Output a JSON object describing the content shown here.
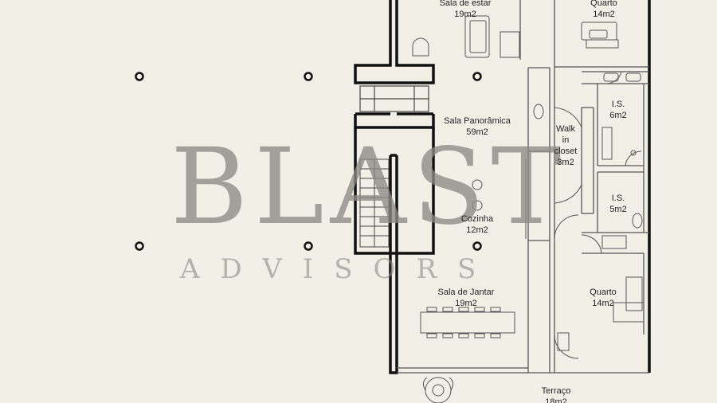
{
  "rooms": {
    "sala_estar": {
      "name": "Sala de estar",
      "area": "19m2"
    },
    "quarto_top": {
      "name": "Quarto",
      "area": "14m2"
    },
    "sala_panoramica": {
      "name": "Sala Panorâmica",
      "area": "59m2"
    },
    "is_top": {
      "name": "I.S.",
      "area": "6m2"
    },
    "walk_in": {
      "name_line1": "Walk",
      "name_line2": "in",
      "name_line3": "closet",
      "area": "3m2"
    },
    "is_bottom": {
      "name": "I.S.",
      "area": "5m2"
    },
    "cozinha": {
      "name": "Cozinha",
      "area": "12m2"
    },
    "sala_jantar": {
      "name": "Sala de Jantar",
      "area": "19m2"
    },
    "quarto_bottom": {
      "name": "Quarto",
      "area": "14m2"
    },
    "terraco": {
      "name": "Terraço",
      "area": "18m2"
    }
  },
  "watermark": {
    "title": "BLAST",
    "subtitle": "ADVISORS"
  },
  "colors": {
    "background": "#f2efe7",
    "walls": "#111111",
    "lines": "#555555",
    "watermark": "#8c8a84"
  }
}
